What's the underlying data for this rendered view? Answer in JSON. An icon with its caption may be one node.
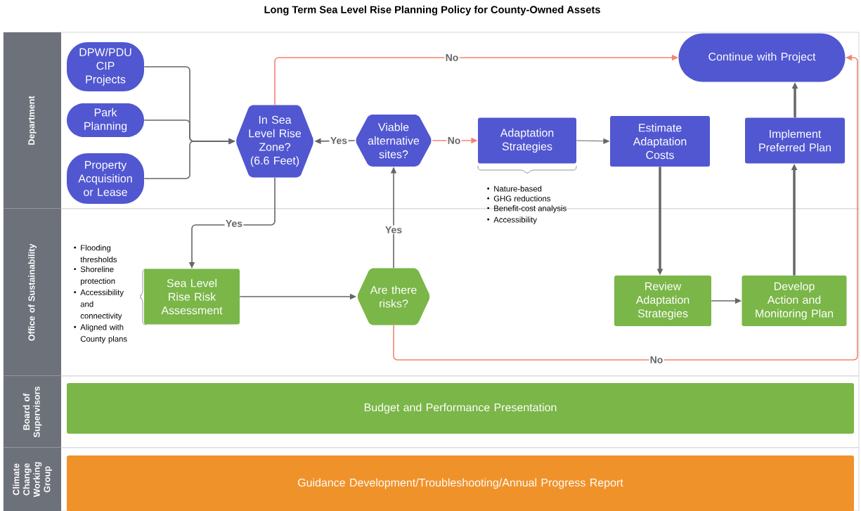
{
  "diagram": {
    "title": "Long Term Sea Level Rise Planning Policy for County-Owned Assets",
    "nodes": [
      {
        "text": [
          "Department"
        ]
      },
      {
        "text": [
          "DPW/PDU CIP Projects"
        ],
        "in": 0
      },
      {
        "text": [
          "Park Planning"
        ],
        "in": 0
      },
      {
        "text": [
          "Property Acquisition or Lease"
        ],
        "in": 0
      },
      {
        "text": [
          "In Sea Level Rise Zone? (6.6 Feet)"
        ],
        "in": 0
      },
      {
        "text": [
          "Viable alternative sites?"
        ],
        "in": 0
      },
      {
        "text": [
          "Adaptation Strategies"
        ],
        "in": 0,
        "beside": [
          "Nature-based",
          "GHG reductions",
          "Benefit-cost analysis",
          "Accessibility"
        ]
      },
      {
        "text": [
          "Estimate Adaptation Costs"
        ],
        "in": 0
      },
      {
        "text": [
          "Continue with Project"
        ],
        "in": 0
      },
      {
        "text": [
          "Implement Preferred Plan"
        ],
        "in": 0
      },
      {
        "text": [
          "Office of Sustainability"
        ]
      },
      {
        "text": [
          "Sea Level Rise Risk Assessment"
        ],
        "in": 10,
        "beside": [
          "Flooding thresholds",
          "Shoreline protection",
          "Accessibility and connectivity",
          "Aligned with County plans"
        ]
      },
      {
        "text": [
          "Are there risks?"
        ],
        "in": 10
      },
      {
        "text": [
          "Review Adaptation Strategies"
        ],
        "in": 10
      },
      {
        "text": [
          "Develop Action and Monitoring Plan"
        ],
        "in": 10
      },
      {
        "text": [
          "Board of Supervisors"
        ]
      },
      {
        "text": [
          "Budget and Performance Presentation"
        ],
        "in": 15
      },
      {
        "text": [
          "Climate Change Working Group"
        ]
      },
      {
        "text": [
          "Guidance Development/Troubleshooting/Annual Progress Report"
        ],
        "in": 17
      }
    ],
    "edges": [
      {
        "from": 1,
        "to": 4,
        "arrow": "to"
      },
      {
        "from": 2,
        "to": 4,
        "arrow": "to"
      },
      {
        "from": 3,
        "to": 4,
        "arrow": "to"
      },
      {
        "from": 5,
        "to": 4,
        "arrow": "to",
        "label": "Yes"
      },
      {
        "from": 5,
        "to": 6,
        "arrow": "to",
        "label": "No",
        "color": "#f4836f"
      },
      {
        "from": 4,
        "to": 8,
        "arrow": "to",
        "label": "No",
        "color": "#f4836f"
      },
      {
        "from": 4,
        "to": 11,
        "arrow": "to",
        "label": "Yes"
      },
      {
        "from": 11,
        "to": 12,
        "arrow": "to"
      },
      {
        "from": 12,
        "to": 5,
        "arrow": "to",
        "label": "Yes"
      },
      {
        "from": 12,
        "to": 8,
        "arrow": "to",
        "label": "No",
        "color": "#f4836f"
      },
      {
        "from": 6,
        "to": 7,
        "arrow": "to"
      },
      {
        "from": 7,
        "to": 13,
        "arrow": "to",
        "style": "thick"
      },
      {
        "from": 13,
        "to": 14,
        "arrow": "to"
      },
      {
        "from": 14,
        "to": 9,
        "arrow": "to",
        "style": "thick"
      },
      {
        "from": 9,
        "to": 8,
        "arrow": "to",
        "style": "thick"
      }
    ]
  }
}
